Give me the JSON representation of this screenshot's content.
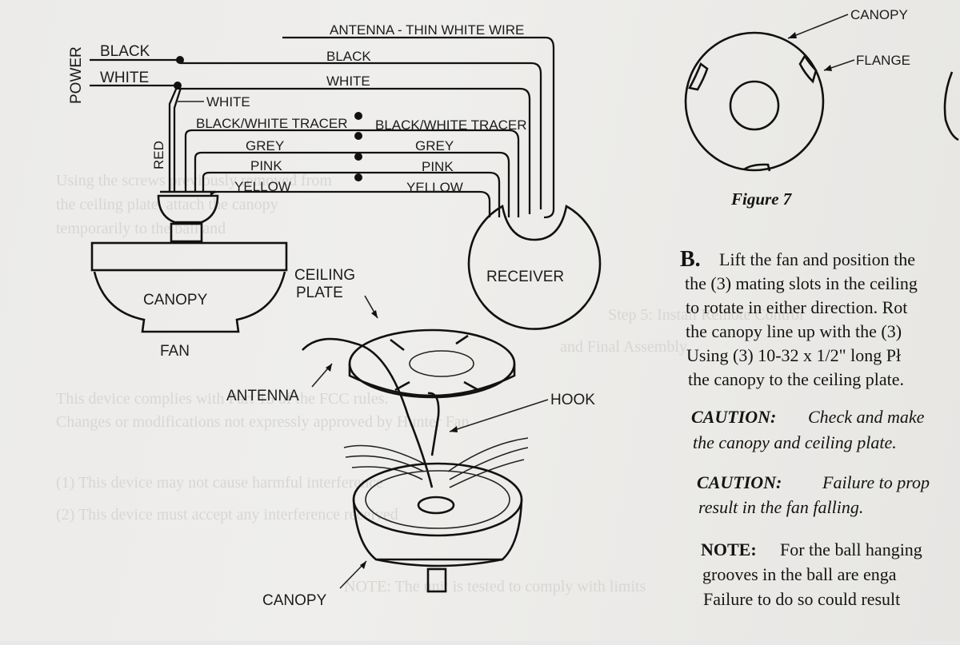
{
  "wiring_diagram": {
    "power_label": "POWER",
    "power_black": "BLACK",
    "power_white": "WHITE",
    "antenna_wire": "ANTENNA - THIN WHITE WIRE",
    "black": "BLACK",
    "white": "WHITE",
    "white_short": "WHITE",
    "red": "RED",
    "bw_tracer_left": "BLACK/WHITE TRACER",
    "bw_tracer_right": "BLACK/WHITE TRACER",
    "grey_left": "GREY",
    "grey_right": "GREY",
    "pink_left": "PINK",
    "pink_right": "PINK",
    "yellow_left": "YELLOW",
    "yellow_right": "YELLOW",
    "receiver": "RECEIVER",
    "canopy": "CANOPY",
    "fan": "FAN"
  },
  "exploded_view": {
    "ceiling_plate_line1": "CEILING",
    "ceiling_plate_line2": "PLATE",
    "antenna": "ANTENNA",
    "hook": "HOOK",
    "canopy": "CANOPY"
  },
  "figure7": {
    "canopy": "CANOPY",
    "flange": "FLANGE",
    "caption": "Figure 7"
  },
  "instructions": {
    "b_marker": "B.",
    "b_line1": "Lift the fan and position the",
    "b_line2": "the (3) mating slots in the ceiling",
    "b_line3": "to rotate in either direction. Rot",
    "b_line4": "the canopy line up with the (3)",
    "b_line5": "Using (3) 10-32 x 1/2\" long Pł",
    "b_line6": "the canopy to the ceiling plate.",
    "caution1_label": "CAUTION:",
    "caution1_line1": "Check and make",
    "caution1_line2": "the canopy and ceiling plate.",
    "caution2_label": "CAUTION:",
    "caution2_line1": "Failure to prop",
    "caution2_line2": "result in the fan falling.",
    "note_label": "NOTE:",
    "note_line1": "For the ball hanging",
    "note_line2": "grooves in the ball are enga",
    "note_line3": "Failure to do so could result"
  }
}
